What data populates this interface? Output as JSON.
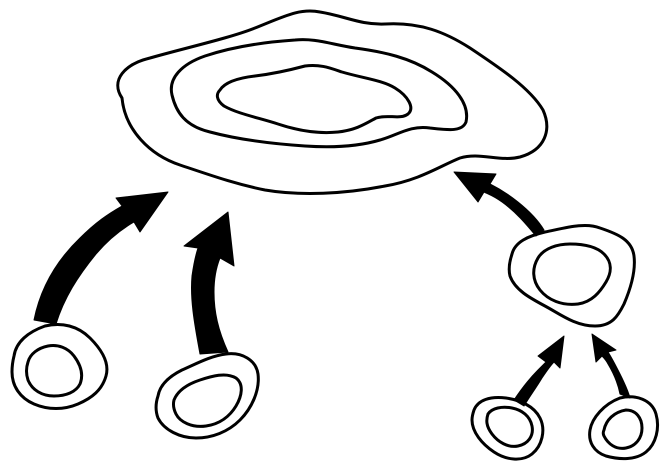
{
  "diagram": {
    "kind": "merging-clusters",
    "background_color": "#ffffff",
    "line_color": "#000000",
    "nodes": [
      {
        "id": "large-cluster",
        "nested_contours": 3
      },
      {
        "id": "small-cluster-left",
        "nested_contours": 2
      },
      {
        "id": "small-cluster-middle",
        "nested_contours": 2
      },
      {
        "id": "medium-cluster-right",
        "nested_contours": 2
      },
      {
        "id": "tiny-cluster-bottom-left",
        "nested_contours": 2
      },
      {
        "id": "tiny-cluster-bottom-right",
        "nested_contours": 2
      }
    ],
    "edges": [
      {
        "from": "small-cluster-left",
        "to": "large-cluster"
      },
      {
        "from": "small-cluster-middle",
        "to": "large-cluster"
      },
      {
        "from": "medium-cluster-right",
        "to": "large-cluster"
      },
      {
        "from": "tiny-cluster-bottom-left",
        "to": "medium-cluster-right"
      },
      {
        "from": "tiny-cluster-bottom-right",
        "to": "medium-cluster-right"
      }
    ]
  }
}
